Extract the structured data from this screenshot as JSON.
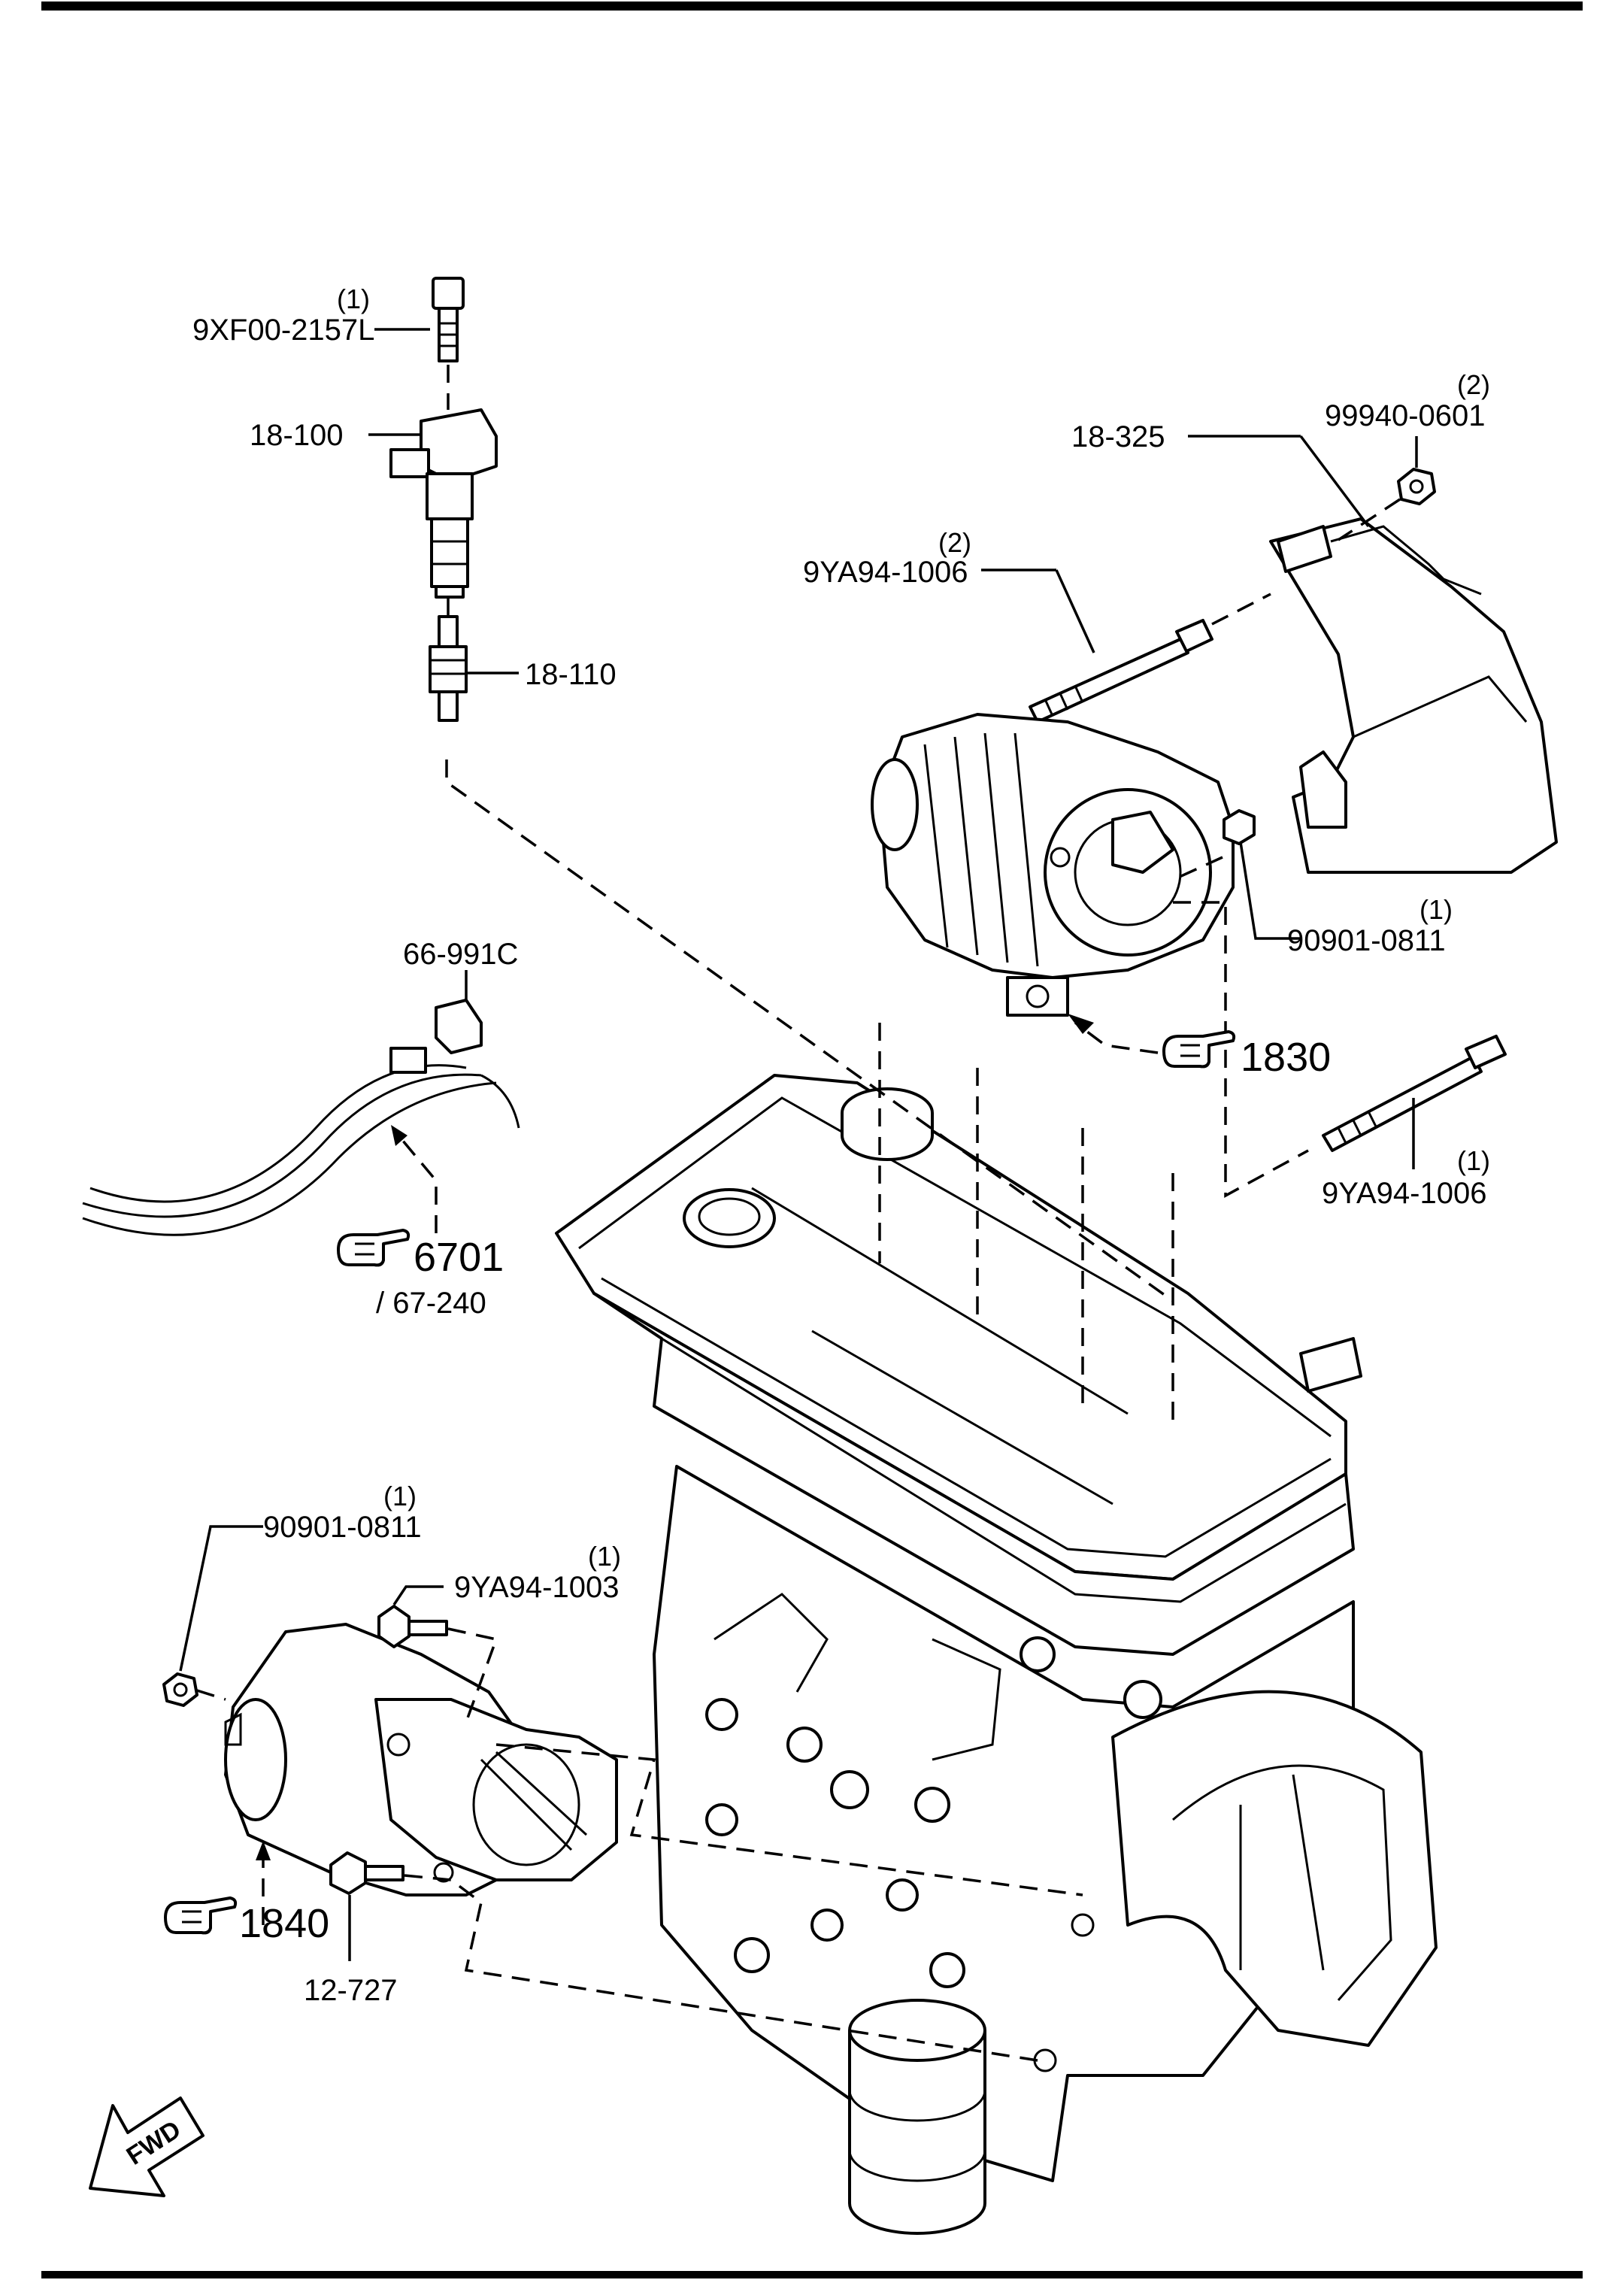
{
  "callouts": {
    "ign_bolt": {
      "part": "9XF00-2157L",
      "qty": "(1)"
    },
    "ign_coil": {
      "part": "18-100"
    },
    "spark_plug": {
      "part": "18-110"
    },
    "heat_shield": {
      "part": "18-325"
    },
    "shield_nut": {
      "part": "99940-0601",
      "qty": "(2)"
    },
    "alt_bolt_upper": {
      "part": "9YA94-1006",
      "qty": "(2)"
    },
    "alt_nut": {
      "part": "90901-0811",
      "qty": "(1)"
    },
    "alt_bolt_lower": {
      "part": "9YA94-1006",
      "qty": "(1)"
    },
    "harness_clip": {
      "part": "66-991C"
    },
    "starter_nut": {
      "part": "90901-0811",
      "qty": "(1)"
    },
    "starter_bolt_upper": {
      "part": "9YA94-1003",
      "qty": "(1)"
    },
    "starter_bolt_lower": {
      "part": "12-727"
    }
  },
  "references": {
    "alternator": {
      "code": "1830"
    },
    "harness": {
      "code": "6701",
      "sub": "/ 67-240"
    },
    "starter": {
      "code": "1840"
    }
  },
  "direction": {
    "text": "FWD"
  }
}
